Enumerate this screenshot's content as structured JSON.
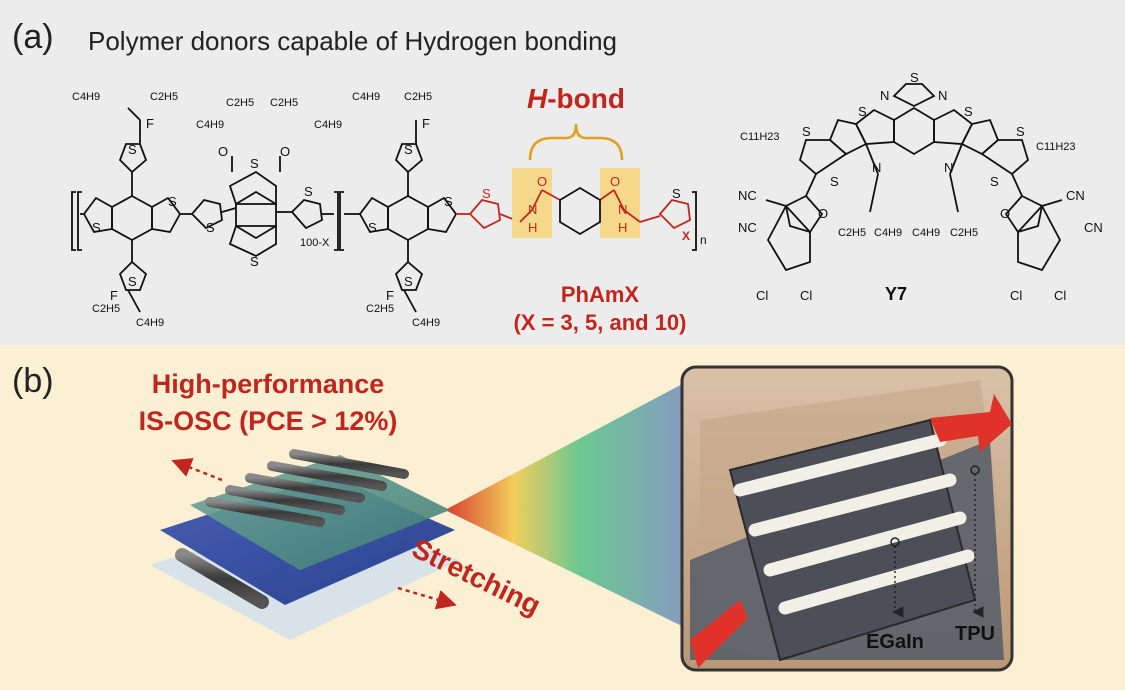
{
  "panel_a": {
    "label": "(a)",
    "title": "Polymer donors capable of Hydrogen bonding",
    "hbond_prefix": "H",
    "hbond_suffix": "-bond",
    "polymer_name": "PhAmX",
    "polymer_note": "(X = 3, 5, and 10)",
    "sub_100x": "100-X",
    "sub_x": "X",
    "sub_n": "n",
    "acceptor_name": "Y7",
    "atoms": {
      "S": "S",
      "F": "F",
      "O": "O",
      "N": "N",
      "H": "H",
      "Cl": "Cl",
      "NC": "NC",
      "CN": "CN",
      "C4H9": "C4H9",
      "C2H5": "C2H5",
      "C11H23": "C11H23"
    },
    "colors": {
      "accent": "#c0261e",
      "highlight": "#f5d88a",
      "brace": "#e6a020",
      "bond": "#111111"
    }
  },
  "panel_b": {
    "label": "(b)",
    "headline_1": "High-performance",
    "headline_2": "IS-OSC (PCE > 12%)",
    "stretch_label": "Stretching",
    "egain_label": "EGaIn",
    "tpu_label": "TPU",
    "colors": {
      "accent": "#c0261e",
      "background": "#fbf0d4"
    }
  }
}
